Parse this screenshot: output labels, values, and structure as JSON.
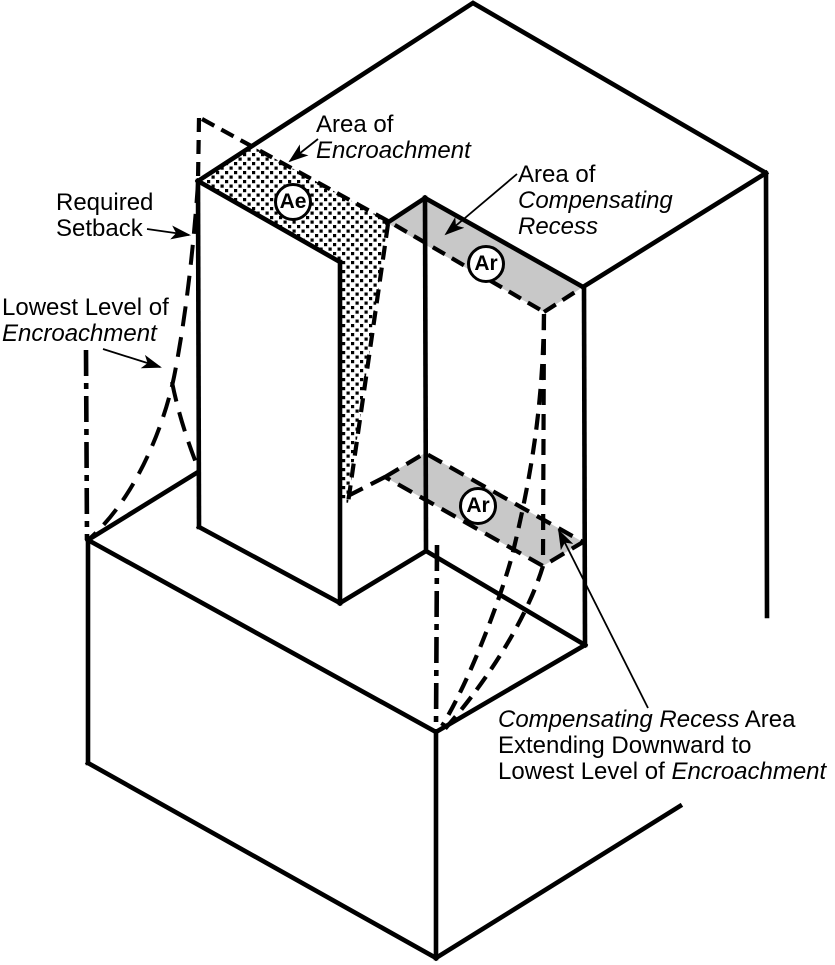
{
  "colors": {
    "line": "#000000",
    "recess_fill": "#c8c8c8",
    "background": "#ffffff",
    "text": "#000000"
  },
  "labels": {
    "area_of_encroachment": {
      "line1": "Area of",
      "line2": "Encroachment"
    },
    "required_setback": {
      "line1": "Required",
      "line2": "Setback"
    },
    "lowest_level_of_encroachment": {
      "line1": "Lowest Level of",
      "line2": "Encroachment"
    },
    "area_of_compensating_recess": {
      "line1": "Area of",
      "line2": "Compensating",
      "line3": "Recess"
    },
    "recess_extending_note": {
      "line1_italic": "Compensating Recess",
      "line1_regular": " Area",
      "line2": "Extending Downward to",
      "line3_regular": "Lowest Level of ",
      "line3_italic": "Encroachment"
    },
    "badge_ae": "Ae",
    "badge_ar": "Ar"
  }
}
